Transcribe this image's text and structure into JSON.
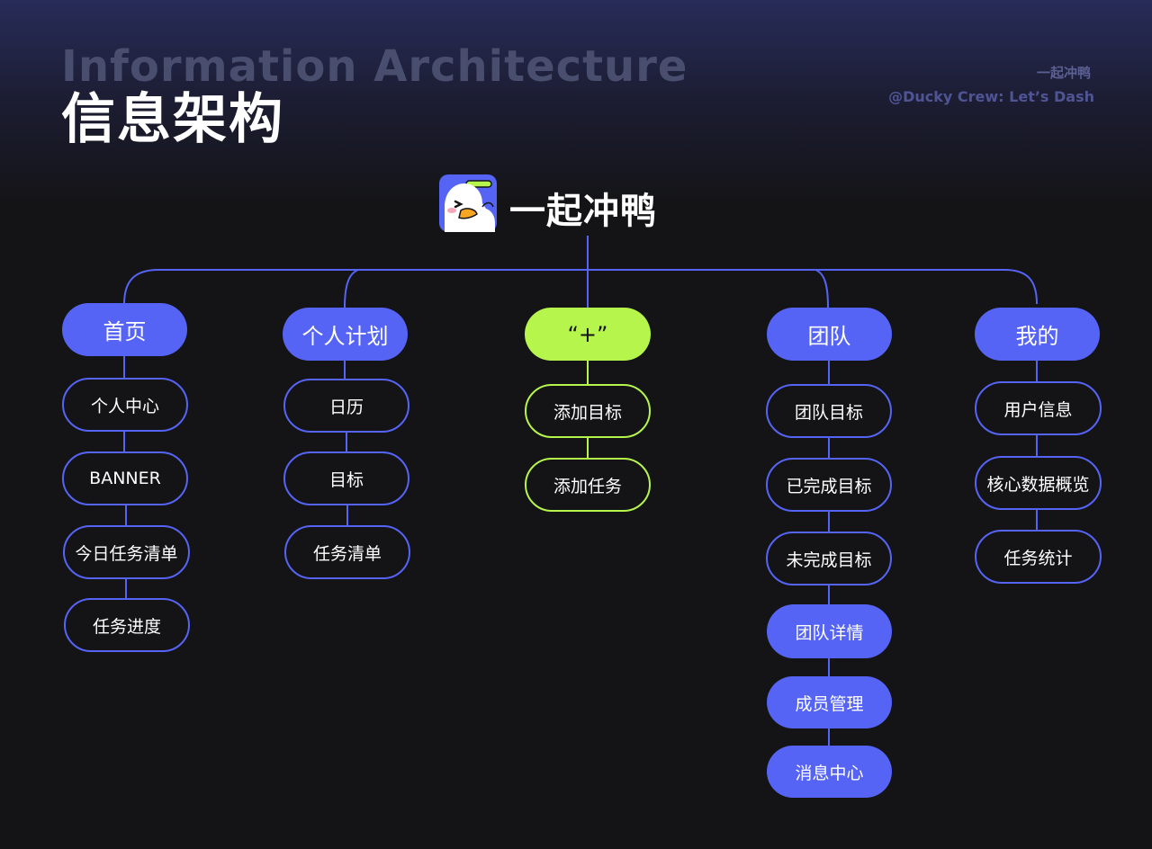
{
  "header": {
    "title_en": "Information Architecture",
    "title_cn": "信息架构",
    "brand_name": "一起冲鸭",
    "brand_tag": "@Ducky Crew: Let’s Dash"
  },
  "app": {
    "name": "一起冲鸭",
    "logo_icon": "duck-mascot-icon"
  },
  "colors": {
    "primary": "#5664f5",
    "accent": "#b6f54b",
    "background": "#141416"
  },
  "branches": [
    {
      "label": "首页",
      "items": [
        "个人中心",
        "BANNER",
        "今日任务清单",
        "任务进度"
      ]
    },
    {
      "label": "个人计划",
      "items": [
        "日历",
        "目标",
        "任务清单"
      ]
    },
    {
      "label": "“+”",
      "items": [
        "添加目标",
        "添加任务"
      ]
    },
    {
      "label": "团队",
      "items": [
        "团队目标",
        "已完成目标",
        "未完成目标",
        "团队详情",
        "成员管理",
        "消息中心"
      ]
    },
    {
      "label": "我的",
      "items": [
        "用户信息",
        "核心数据概览",
        "任务统计"
      ]
    }
  ]
}
